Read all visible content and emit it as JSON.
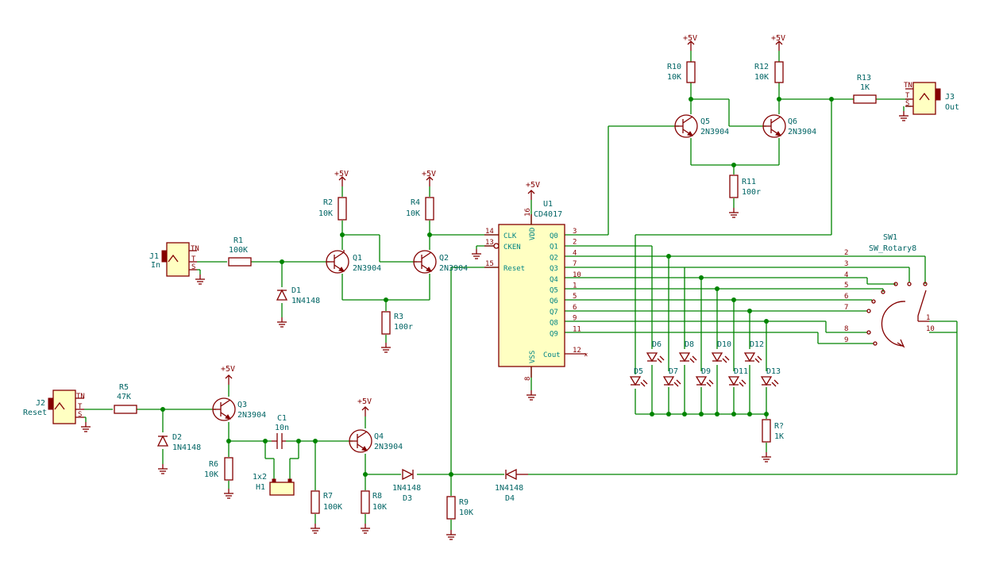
{
  "power": {
    "label": "+5V"
  },
  "resistors": {
    "R1": {
      "ref": "R1",
      "value": "100K"
    },
    "R2": {
      "ref": "R2",
      "value": "10K"
    },
    "R3": {
      "ref": "R3",
      "value": "100r"
    },
    "R4": {
      "ref": "R4",
      "value": "10K"
    },
    "R5": {
      "ref": "R5",
      "value": "47K"
    },
    "R6": {
      "ref": "R6",
      "value": "10K"
    },
    "R7": {
      "ref": "R7",
      "value": "100K"
    },
    "R8": {
      "ref": "R8",
      "value": "10K"
    },
    "R9": {
      "ref": "R9",
      "value": "10K"
    },
    "R10": {
      "ref": "R10",
      "value": "10K"
    },
    "R11": {
      "ref": "R11",
      "value": "100r"
    },
    "R12": {
      "ref": "R12",
      "value": "10K"
    },
    "R13": {
      "ref": "R13",
      "value": "1K"
    },
    "Rq": {
      "ref": "R?",
      "value": "1K"
    }
  },
  "transistors": {
    "Q1": {
      "ref": "Q1",
      "value": "2N3904"
    },
    "Q2": {
      "ref": "Q2",
      "value": "2N3904"
    },
    "Q3": {
      "ref": "Q3",
      "value": "2N3904"
    },
    "Q4": {
      "ref": "Q4",
      "value": "2N3904"
    },
    "Q5": {
      "ref": "Q5",
      "value": "2N3904"
    },
    "Q6": {
      "ref": "Q6",
      "value": "2N3904"
    }
  },
  "diodes": {
    "D1": {
      "ref": "D1",
      "value": "1N4148"
    },
    "D2": {
      "ref": "D2",
      "value": "1N4148"
    },
    "D3": {
      "ref": "D3",
      "value": "1N4148"
    },
    "D4": {
      "ref": "D4",
      "value": "1N4148"
    }
  },
  "leds": [
    "D5",
    "D6",
    "D7",
    "D8",
    "D9",
    "D10",
    "D11",
    "D12",
    "D13"
  ],
  "capacitor": {
    "ref": "C1",
    "value": "10n"
  },
  "header": {
    "ref": "H1",
    "value": "1x2"
  },
  "jacks": {
    "J1": {
      "ref": "J1",
      "value": "In"
    },
    "J2": {
      "ref": "J2",
      "value": "Reset"
    },
    "J3": {
      "ref": "J3",
      "value": "Out"
    },
    "pin_tn": "TN",
    "pin_t": "T",
    "pin_s": "S"
  },
  "ic": {
    "ref": "U1",
    "value": "CD4017",
    "left_pins": [
      {
        "num": "14",
        "name": "CLK"
      },
      {
        "num": "13",
        "name": "CKEN"
      },
      {
        "num": "15",
        "name": "Reset"
      }
    ],
    "right_pins": [
      {
        "num": "3",
        "name": "Q0"
      },
      {
        "num": "2",
        "name": "Q1"
      },
      {
        "num": "4",
        "name": "Q2"
      },
      {
        "num": "7",
        "name": "Q3"
      },
      {
        "num": "10",
        "name": "Q4"
      },
      {
        "num": "1",
        "name": "Q5"
      },
      {
        "num": "5",
        "name": "Q6"
      },
      {
        "num": "6",
        "name": "Q7"
      },
      {
        "num": "9",
        "name": "Q8"
      },
      {
        "num": "11",
        "name": "Q9"
      },
      {
        "num": "12",
        "name": "Cout"
      }
    ],
    "vdd": {
      "num": "16",
      "name": "VDD"
    },
    "vss": {
      "num": "8",
      "name": "VSS"
    }
  },
  "switch": {
    "ref": "SW1",
    "value": "SW_Rotary8",
    "pins": [
      "2",
      "3",
      "4",
      "5",
      "6",
      "7",
      "8",
      "9"
    ],
    "common_pins": [
      "1",
      "10"
    ]
  }
}
